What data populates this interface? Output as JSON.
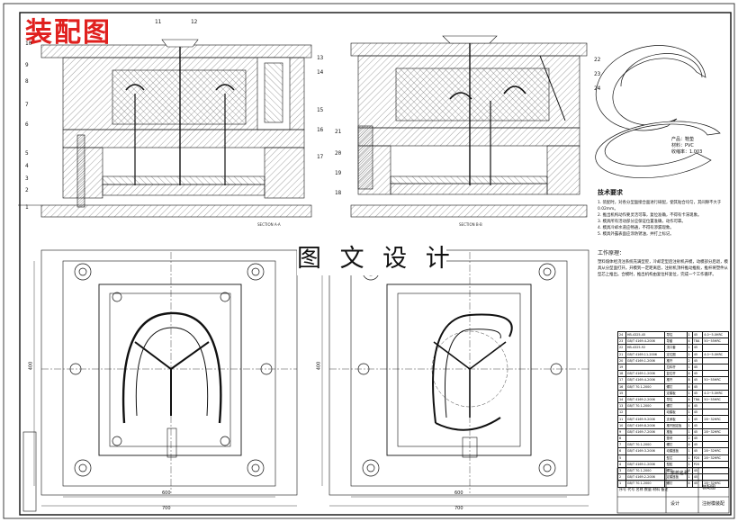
{
  "title": "装配图",
  "watermark": "图 文 设 计",
  "section_labels": {
    "a": "SECTION A-A",
    "b": "SECTION B-B"
  },
  "callouts_left": [
    "1",
    "2",
    "3",
    "4",
    "5",
    "6",
    "7",
    "8",
    "9",
    "10",
    "11",
    "12",
    "13",
    "14",
    "15",
    "16",
    "17"
  ],
  "callouts_right": [
    "18",
    "19",
    "20",
    "21",
    "22",
    "23",
    "24"
  ],
  "dimensions": {
    "width_outer": "700",
    "width_inner": "600",
    "height_left": "400",
    "height_right": "400"
  },
  "part_info": {
    "name": "产品：鞋垫",
    "material": "材料：PVC",
    "shrink": "收缩率：1.003"
  },
  "notes": {
    "title": "技术要求",
    "lines": [
      "1. 装配时，对各分型面接合面进行研配，使其贴合均匀，其间隙不大于0.02mm。",
      "2. 推出机构动作要灵活可靠，复位准确，不得有卡滞现象。",
      "3. 模具所有活动部分应保证位置准确，动作可靠。",
      "4. 模具冷却水道应畅通，不得有渗漏现象。",
      "5. 模具外露表面应涂防锈油，并打上标记。"
    ]
  },
  "work": {
    "title": "工作原理：",
    "text": "塑料熔体经浇注系统充满型腔，冷却定型后注射机开模，动模部分后退，模具从分型面打开。开模到一定距离后，注射机顶杆推动推板，推杆将塑件从型芯上推出。合模时，推出机构由复位杆复位，完成一个工作循环。"
  },
  "table_rows": [
    [
      "24",
      "HB-4325-45",
      "导柱",
      "1",
      "45",
      "4.0~5.0HRC"
    ],
    [
      "23",
      "GB/T 4169.4-2006",
      "导套",
      "4",
      "T8A",
      "50~55HRC"
    ],
    [
      "22",
      "HB-4325-92",
      "浇口套",
      "1",
      "45",
      ""
    ],
    [
      "21",
      "GB/T 4169.11-2006",
      "定位圈",
      "1",
      "45",
      "4.0~5.0HRC"
    ],
    [
      "20",
      "GB/T 4169.1-2006",
      "推杆",
      "2",
      "45",
      ""
    ],
    [
      "19",
      "",
      "拉料杆",
      "1",
      "45",
      ""
    ],
    [
      "18",
      "GB/T 4169.1-2006",
      "复位杆",
      "4",
      "45",
      ""
    ],
    [
      "17",
      "GB/T 4169.4-2006",
      "推杆",
      "8",
      "45",
      "50~55HRC"
    ],
    [
      "16",
      "GB/T 70.1-2000",
      "螺钉",
      "4",
      "45",
      ""
    ],
    [
      "15",
      "",
      "定模板",
      "1",
      "45",
      "4.0~5.0HRC"
    ],
    [
      "14",
      "GB/T 4169.2-2006",
      "导柱",
      "4",
      "T8A",
      "50~55HRC"
    ],
    [
      "13",
      "GB/T 70.1-2000",
      "螺钉",
      "4",
      "45",
      ""
    ],
    [
      "12",
      "",
      "动模板",
      "1",
      "45",
      ""
    ],
    [
      "11",
      "GB/T 4169.9-2006",
      "支承板",
      "1",
      "45",
      "28~32HRC"
    ],
    [
      "10",
      "GB/T 4169.8-2006",
      "推杆固定板",
      "1",
      "45",
      ""
    ],
    [
      "9",
      "GB/T 4169.7-2006",
      "推板",
      "1",
      "45",
      "28~32HRC"
    ],
    [
      "8",
      "",
      "垫块",
      "2",
      "45",
      ""
    ],
    [
      "7",
      "GB/T 70.1-2000",
      "螺钉",
      "4",
      "45",
      ""
    ],
    [
      "6",
      "GB/T 4169.3-2006",
      "动模座板",
      "1",
      "45",
      "28~32HRC"
    ],
    [
      "5",
      "",
      "型芯",
      "1",
      "P20",
      "28~32HRC"
    ],
    [
      "4",
      "GB/T 4169.1-2006",
      "型腔",
      "1",
      "P20",
      ""
    ],
    [
      "3",
      "GB/T 70.1-2000",
      "螺钉",
      "6",
      "45",
      ""
    ],
    [
      "2",
      "GB/T 4169.2-2006",
      "定模座板",
      "1",
      "45",
      ""
    ],
    [
      "1",
      "GB/T 70.1-2000",
      "螺钉",
      "4",
      "45",
      "28~32HRC"
    ]
  ],
  "title_block": {
    "drawing": "装配图",
    "school": "学校名称",
    "name": "注射模装配",
    "header": "序号 代号 名称 数量 材料 备注",
    "lbl": "设计"
  }
}
